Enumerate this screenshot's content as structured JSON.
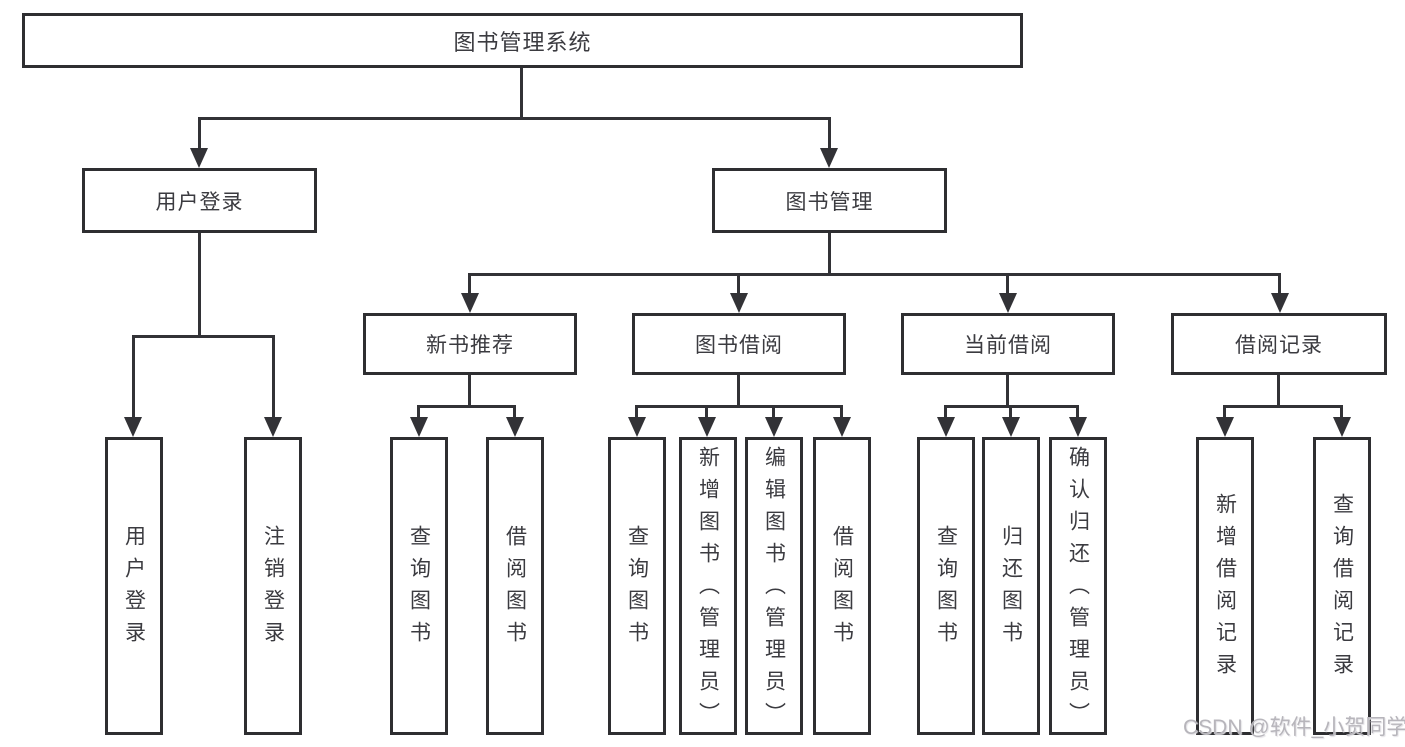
{
  "diagram": {
    "type": "hierarchy-tree",
    "orientation": "top-down",
    "line_color": "#323236",
    "box_border_color": "#2e2e31",
    "text_color": "#3b3b40",
    "background": "#ffffff"
  },
  "tree": {
    "root": {
      "label": "图书管理系统",
      "children": [
        {
          "label": "用户登录",
          "children": [
            {
              "label": "用户登录"
            },
            {
              "label": "注销登录"
            }
          ]
        },
        {
          "label": "图书管理",
          "children": [
            {
              "label": "新书推荐",
              "children": [
                {
                  "label": "查询图书"
                },
                {
                  "label": "借阅图书"
                }
              ]
            },
            {
              "label": "图书借阅",
              "children": [
                {
                  "label": "查询图书"
                },
                {
                  "label": "新增图书（管理员）"
                },
                {
                  "label": "编辑图书（管理员）"
                },
                {
                  "label": "借阅图书"
                }
              ]
            },
            {
              "label": "当前借阅",
              "children": [
                {
                  "label": "查询图书"
                },
                {
                  "label": "归还图书"
                },
                {
                  "label": "确认归还（管理员）"
                }
              ]
            },
            {
              "label": "借阅记录",
              "children": [
                {
                  "label": "新增借阅记录"
                },
                {
                  "label": "查询借阅记录"
                }
              ]
            }
          ]
        }
      ]
    }
  },
  "watermark": {
    "text": "CSDN @软件_小贺同学",
    "color": "#b7b5bb"
  }
}
